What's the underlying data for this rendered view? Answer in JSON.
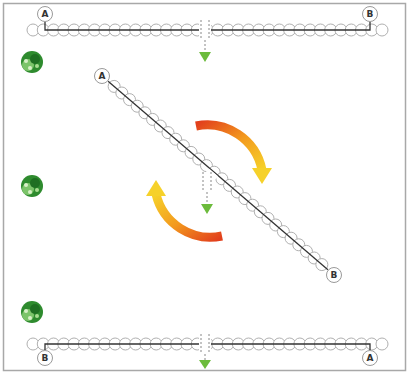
{
  "diagram": {
    "nodes": [
      {
        "text": [
          "A"
        ]
      },
      {
        "text": [
          "B"
        ]
      },
      {
        "text": [
          "A"
        ]
      },
      {
        "text": [
          "B"
        ]
      },
      {
        "text": [
          "B"
        ]
      },
      {
        "text": [
          "A"
        ]
      }
    ],
    "edges": [
      {
        "from": 0,
        "to": 1,
        "arrow": "none"
      },
      {
        "from": 2,
        "to": 3,
        "arrow": "none"
      },
      {
        "from": 4,
        "to": 5,
        "arrow": "none"
      }
    ]
  }
}
